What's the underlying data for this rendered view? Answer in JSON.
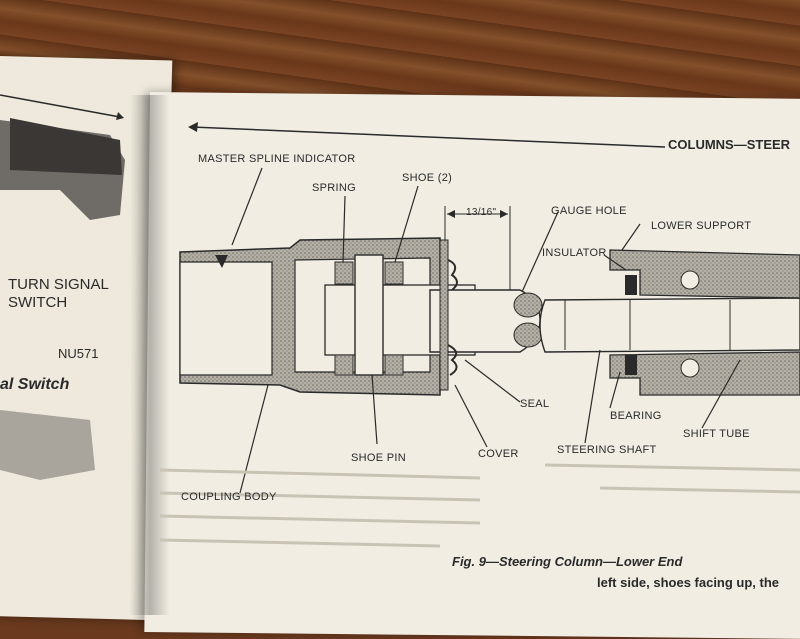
{
  "header": {
    "section": "COLUMNS—STEER"
  },
  "left_page": {
    "turn_signal": "TURN SIGNAL",
    "switch": "SWITCH",
    "ref": "NU571",
    "heading": "al Switch"
  },
  "figure": {
    "labels": {
      "master_spline_indicator": "MASTER SPLINE INDICATOR",
      "spring": "SPRING",
      "shoe": "SHOE (2)",
      "dimension": "13/16\"",
      "gauge_hole": "GAUGE HOLE",
      "lower_support": "LOWER SUPPORT",
      "insulator": "INSULATOR",
      "seal": "SEAL",
      "bearing": "BEARING",
      "shift_tube": "SHIFT TUBE",
      "shoe_pin": "SHOE PIN",
      "cover": "COVER",
      "steering_shaft": "STEERING SHAFT",
      "coupling_body": "COUPLING BODY"
    },
    "caption": "Fig. 9—Steering Column—Lower End"
  },
  "body_text": {
    "line1": "left side, shoes facing up, the"
  },
  "colors": {
    "ink": "#2a2a2a",
    "paper": "#f1ede3",
    "hatch": "#9a958c"
  }
}
